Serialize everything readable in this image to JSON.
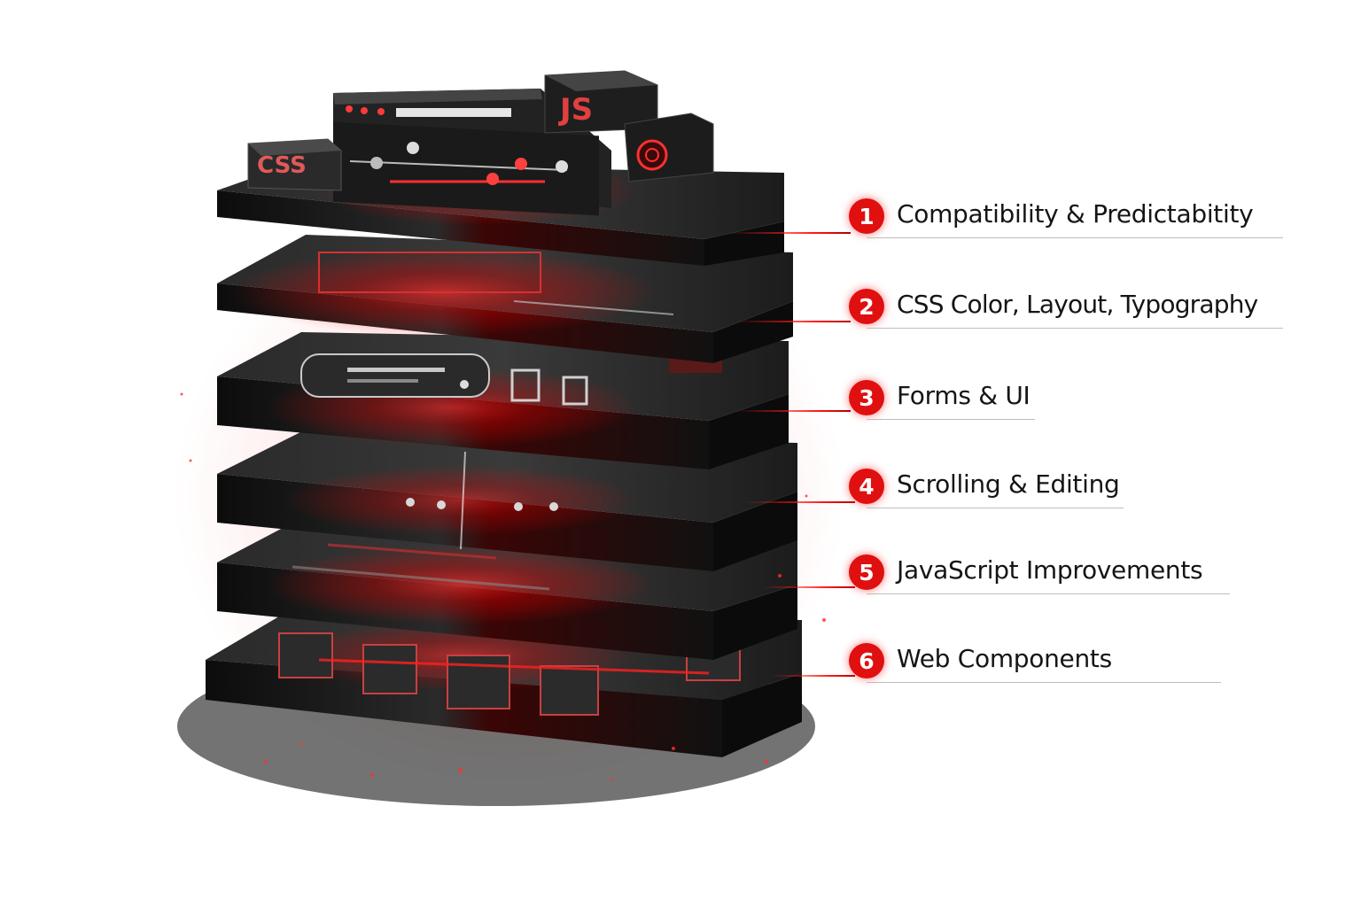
{
  "stack": {
    "badges": {
      "css": "CSS",
      "js": "JS"
    }
  },
  "features": [
    {
      "num": "1",
      "label": "Compatibility & Predictabitity"
    },
    {
      "num": "2",
      "label": "CSS  Color, Layout, Typography"
    },
    {
      "num": "3",
      "label": "Forms & UI"
    },
    {
      "num": "4",
      "label": "Scrolling & Editing"
    },
    {
      "num": "5",
      "label": "JavaScript Improvements"
    },
    {
      "num": "6",
      "label": "Web Components"
    }
  ],
  "colors": {
    "accent": "#e01010",
    "glow": "#ff2020",
    "layer": "#1d1d1d",
    "text": "#151515"
  }
}
